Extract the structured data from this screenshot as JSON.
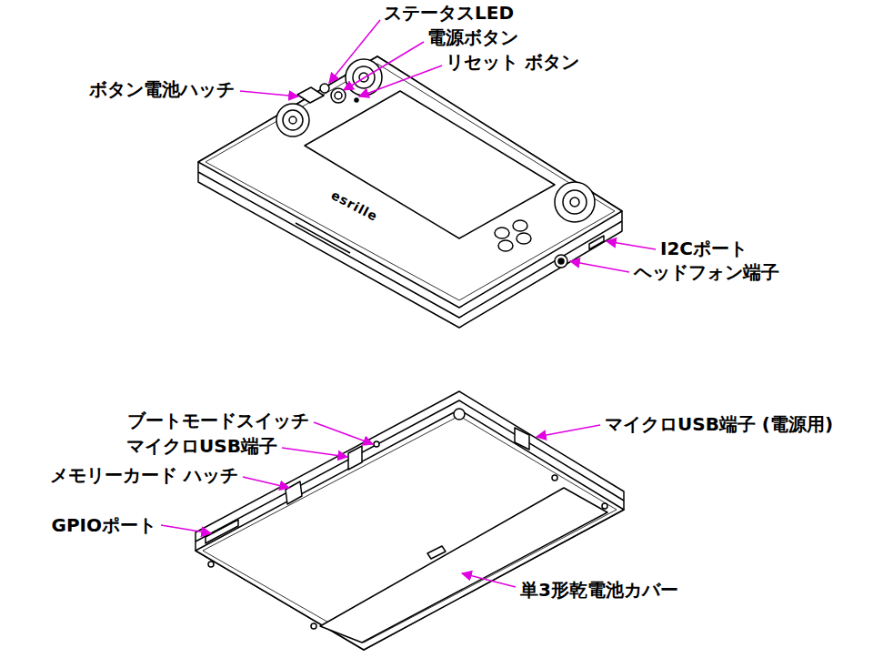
{
  "diagram": {
    "labels": [
      "ステータスLED",
      "電源ボタン",
      "リセット ボタン",
      "ボタン電池ハッチ",
      "I2Cポート",
      "ヘッドフォン端子",
      "esrille",
      "ブートモードスイッチ",
      "マイクロUSB端子",
      "メモリーカード ハッチ",
      "GPIOポート",
      "マイクロUSB端子 (電源用)",
      "単3形乾電池カバー"
    ]
  }
}
